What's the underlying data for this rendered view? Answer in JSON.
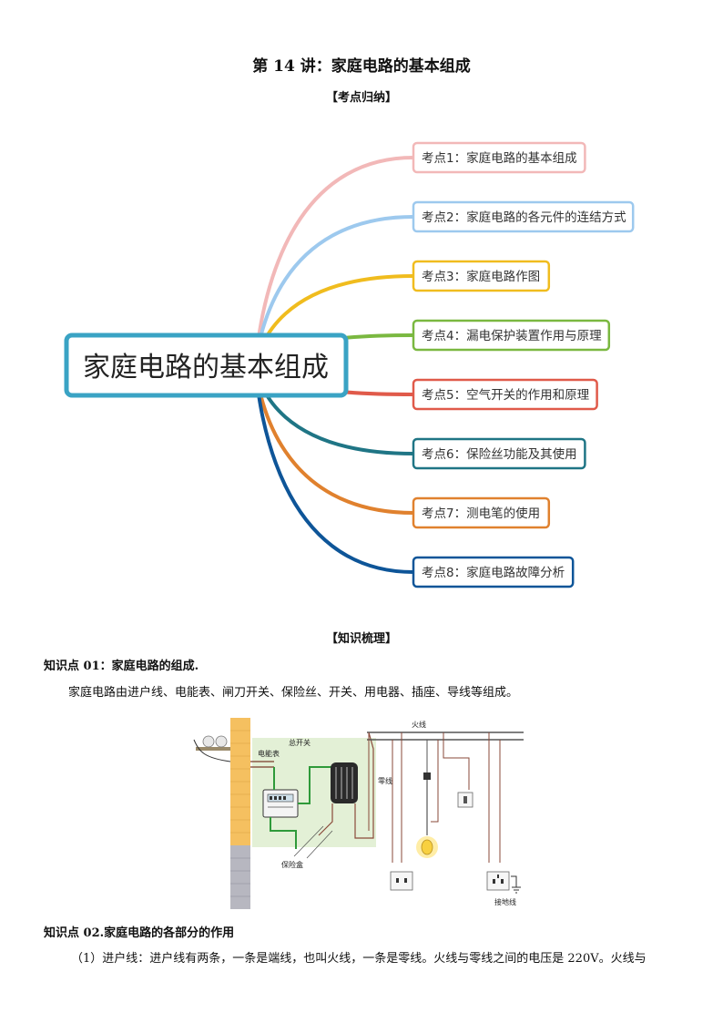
{
  "header": {
    "title": "第 14 讲：家庭电路的基本组成",
    "section1": "【考点归纳】",
    "section2": "【知识梳理】"
  },
  "mindmap": {
    "central": "家庭电路的基本组成",
    "central_color": "#3aa3c4",
    "branches": [
      {
        "label": "考点1：家庭电路的基本组成",
        "color": "#f2b8b8"
      },
      {
        "label": "考点2：家庭电路的各元件的连结方式",
        "color": "#9dc9ee"
      },
      {
        "label": "考点3：家庭电路作图",
        "color": "#f0bc1e"
      },
      {
        "label": "考点4：漏电保护装置作用与原理",
        "color": "#7ab840"
      },
      {
        "label": "考点5：空气开关的作用和原理",
        "color": "#e05a4a"
      },
      {
        "label": "考点6：保险丝功能及其使用",
        "color": "#1f7585"
      },
      {
        "label": "考点7：测电笔的使用",
        "color": "#e0812e"
      },
      {
        "label": "考点8：家庭电路故障分析",
        "color": "#0e5598"
      }
    ]
  },
  "knowledge": {
    "kp1_title": "知识点 01：家庭电路的组成.",
    "kp1_text": "家庭电路由进户线、电能表、闸刀开关、保险丝、开关、用电器、插座、导线等组成。",
    "diagram_labels": {
      "fire_wire": "火线",
      "main_switch": "总开关",
      "meter": "电能表",
      "neutral_wire": "零线",
      "fuse_box": "保险盒",
      "ground_wire": "接地线"
    },
    "kp2_title": "知识点 02.家庭电路的各部分的作用",
    "kp2_text": "（1）进户线：进户线有两条，一条是端线，也叫火线，一条是零线。火线与零线之间的电压是 220V。火线与"
  }
}
